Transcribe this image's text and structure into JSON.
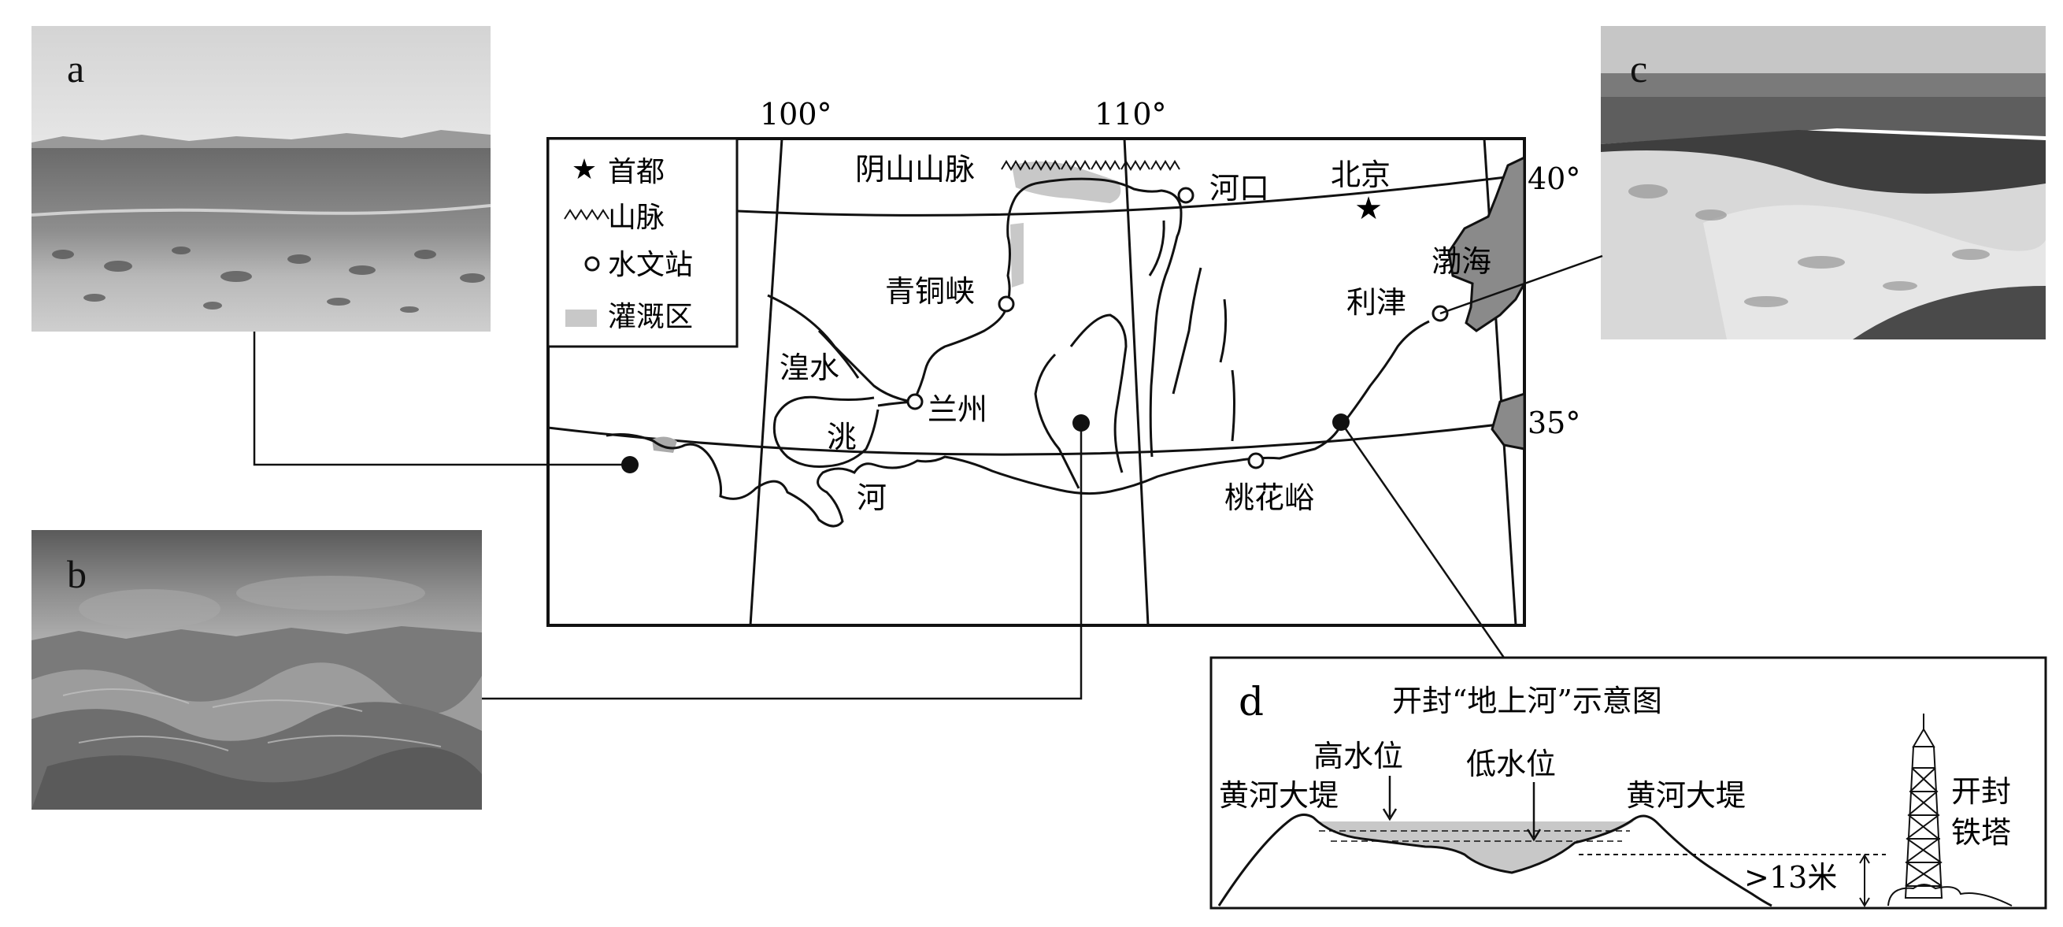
{
  "photos": {
    "a": "a",
    "b": "b",
    "c": "c"
  },
  "map": {
    "lon_labels": [
      "100°",
      "110°"
    ],
    "lat_labels": [
      "40°",
      "35°"
    ],
    "legend": {
      "capital": "首都",
      "mountain": "山脉",
      "station": "水文站",
      "irrigation": "灌溉区"
    },
    "places": {
      "yinshan": "阴山山脉",
      "hekou": "河口",
      "beijing": "北京",
      "bohai": "渤海",
      "lijin": "利津",
      "qingtongxia": "青铜峡",
      "huangshui": "湟水",
      "lanzhou": "兰州",
      "tao": "洮",
      "he": "河",
      "taohuayu": "桃花峪"
    }
  },
  "inset_d": {
    "label": "d",
    "title": "开封“地上河”示意图",
    "high_water": "高水位",
    "low_water": "低水位",
    "levee_left": "黄河大堤",
    "levee_right": "黄河大堤",
    "height": "13米",
    "tower": [
      "开封",
      "铁塔"
    ]
  },
  "colors": {
    "irrigation": "#c8c8c8",
    "sea": "#8a8a8a",
    "line": "#111111"
  }
}
